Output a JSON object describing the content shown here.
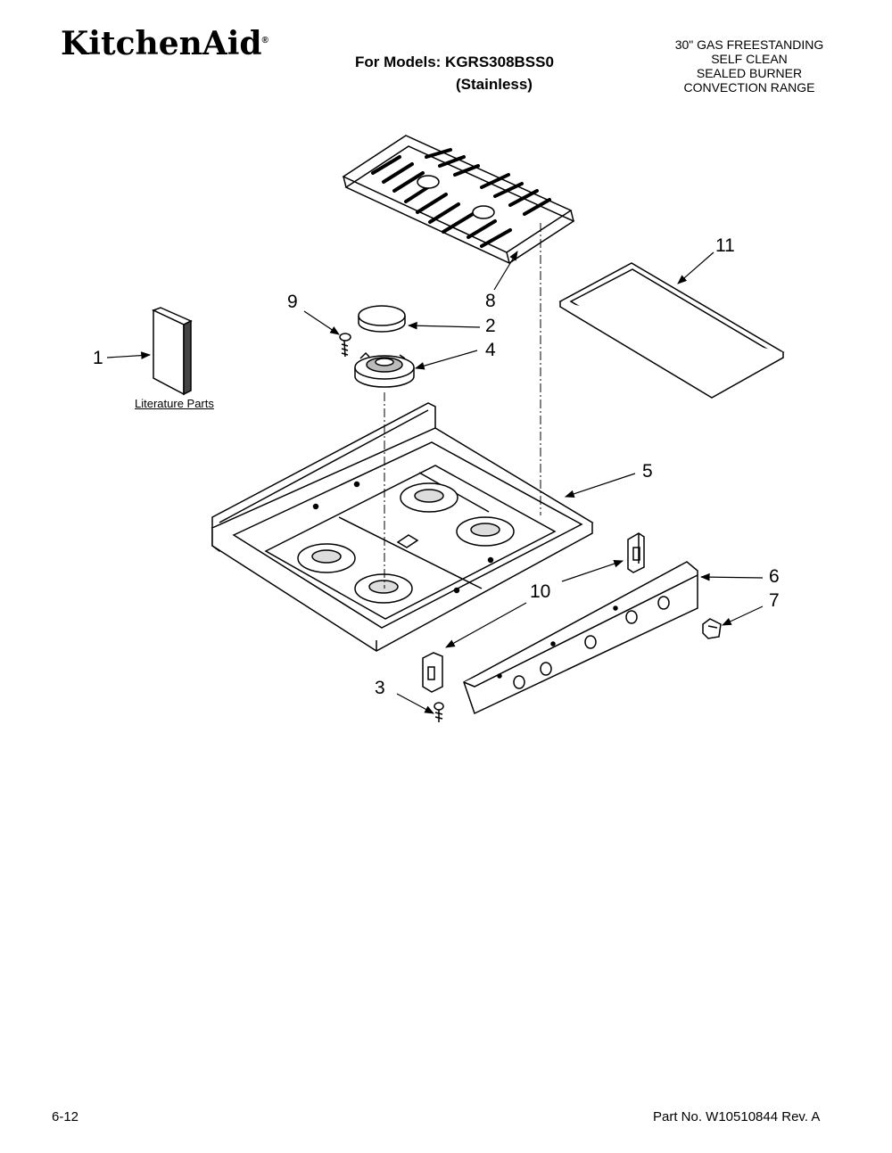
{
  "header": {
    "brand": "KitchenAid",
    "brand_mark": "®",
    "models_label": "For Models: KGRS308BSS0",
    "finish": "(Stainless)",
    "product_lines": [
      "30\" GAS FREESTANDING",
      "SELF CLEAN",
      "SEALED BURNER",
      "CONVECTION RANGE"
    ]
  },
  "diagram": {
    "literature_label": "Literature Parts",
    "callouts": [
      "1",
      "2",
      "3",
      "4",
      "5",
      "6",
      "7",
      "8",
      "9",
      "10",
      "11"
    ]
  },
  "footer": {
    "page": "6-12",
    "part_number": "Part No. W10510844 Rev. A"
  }
}
